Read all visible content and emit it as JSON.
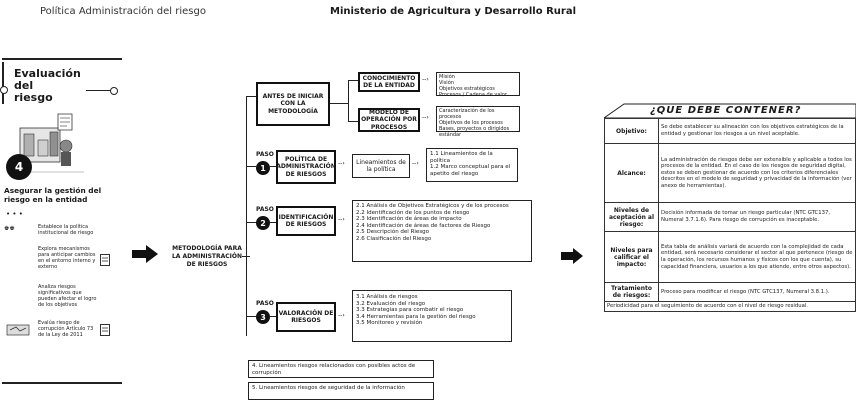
{
  "header": {
    "left_title": "Política Administración del riesgo",
    "center_title": "Ministerio de Agricultura y Desarrollo Rural"
  },
  "left_panel": {
    "section_title": "Evaluación del riesgo",
    "step_number": "4",
    "subtitle": "Asegurar la gestión del riesgo en la entidad",
    "item1": "Establece la política institucional de riesgo",
    "item2": "Explora mecanismos para anticipar cambios en el entorno interno y externo",
    "item3": "Analiza riesgos significativos que pueden afectar el logro de los objetivos",
    "item4": "Evalúa riesgo de corrupción Artículo 73 de la Ley de 2011",
    "icons": [
      "document-icon",
      "document-icon"
    ]
  },
  "method_label": "METODOLOGÍA PARA LA ADMINISTRACIÓN DE RIESGOS",
  "pre_steps": {
    "before_box": "ANTES DE INICIAR CON LA METODOLOGÍA",
    "knowledge_box": "CONOCIMIENTO DE LA ENTIDAD",
    "knowledge_items": [
      "Misión",
      "Visión",
      "Objetivos estratégicos",
      "Procesos / Cadena de valor"
    ],
    "model_box": "MODELO DE OPERACIÓN POR PROCESOS",
    "model_items": [
      "Caracterización de los procesos",
      "Objetivos de los procesos",
      "Bases, proyectos o dirigidos estándar"
    ]
  },
  "steps": [
    {
      "paso": "PASO",
      "num": "1",
      "title": "POLÍTICA DE ADMINISTRACIÓN DE RIESGOS",
      "mid": "Lineamientos de la política",
      "items": [
        "1.1 Lineamientos de la política",
        "1.2 Marco conceptual para el apetito del riesgo"
      ]
    },
    {
      "paso": "PASO",
      "num": "2",
      "title": "IDENTIFICACIÓN DE RIESGOS",
      "items": [
        "2.1 Análisis de Objetivos Estratégicos y de los procesos",
        "2.2 Identificación de los puntos de riesgo",
        "2.3 Identificación de áreas de impacto",
        "2.4 Identificación de áreas de factores de Riesgo",
        "2.5 Descripción del Riesgo",
        "2.6 Clasificación del Riesgo"
      ]
    },
    {
      "paso": "PASO",
      "num": "3",
      "title": "VALORACIÓN DE RIESGOS",
      "items": [
        "3.1 Análisis de riesgos",
        "3.2 Evaluación del riesgo",
        "3.3 Estrategias para combatir el riesgo",
        "3.4 Herramientas para la gestión del riesgo",
        "3.5 Monitoreo y revisión"
      ]
    }
  ],
  "bottom_notes": [
    "4. Lineamientos riesgos relacionados con posibles actos de corrupción",
    "5. Lineamientos riesgos de seguridad de la información"
  ],
  "table": {
    "title": "¿QUE DEBE CONTENER?",
    "rows": [
      {
        "label": "Objetivo:",
        "text": "Se debe establecer su alineación con los objetivos estratégicos de la entidad y gestionar los riesgos a un nivel aceptable."
      },
      {
        "label": "Alcance:",
        "text": "La administración de riesgos debe ser extensible y aplicable a todos los procesos de la entidad. En el caso de los riesgos de seguridad digital, estos se deben gestionar de acuerdo con los criterios diferenciales descritos en el modelo de seguridad y privacidad de la información (ver anexo de herramientas)."
      },
      {
        "label": "Niveles de aceptación al riesgo:",
        "text": "Decisión informada de tomar un riesgo particular (NTC GTC137, Numeral 3.7.1.6). Para riesgo de corrupción es inaceptable."
      },
      {
        "label": "Niveles para calificar el impacto:",
        "text": "Esta tabla de análisis variará de acuerdo con la complejidad de cada entidad, será necesario considerar el sector al que pertenece (riesgo de la operación, los recursos humanos y físicos con los que cuenta), su capacidad financiera, usuarios a los que atiende, entre otros aspectos)."
      },
      {
        "label": "Tratamiento de riesgos:",
        "text": "Proceso para modificar el riesgo (NTC GTC137, Numeral 3.8.1.)."
      }
    ],
    "footer": "Periodicidad para el seguimiento de acuerdo con el nivel de riesgo residual."
  }
}
